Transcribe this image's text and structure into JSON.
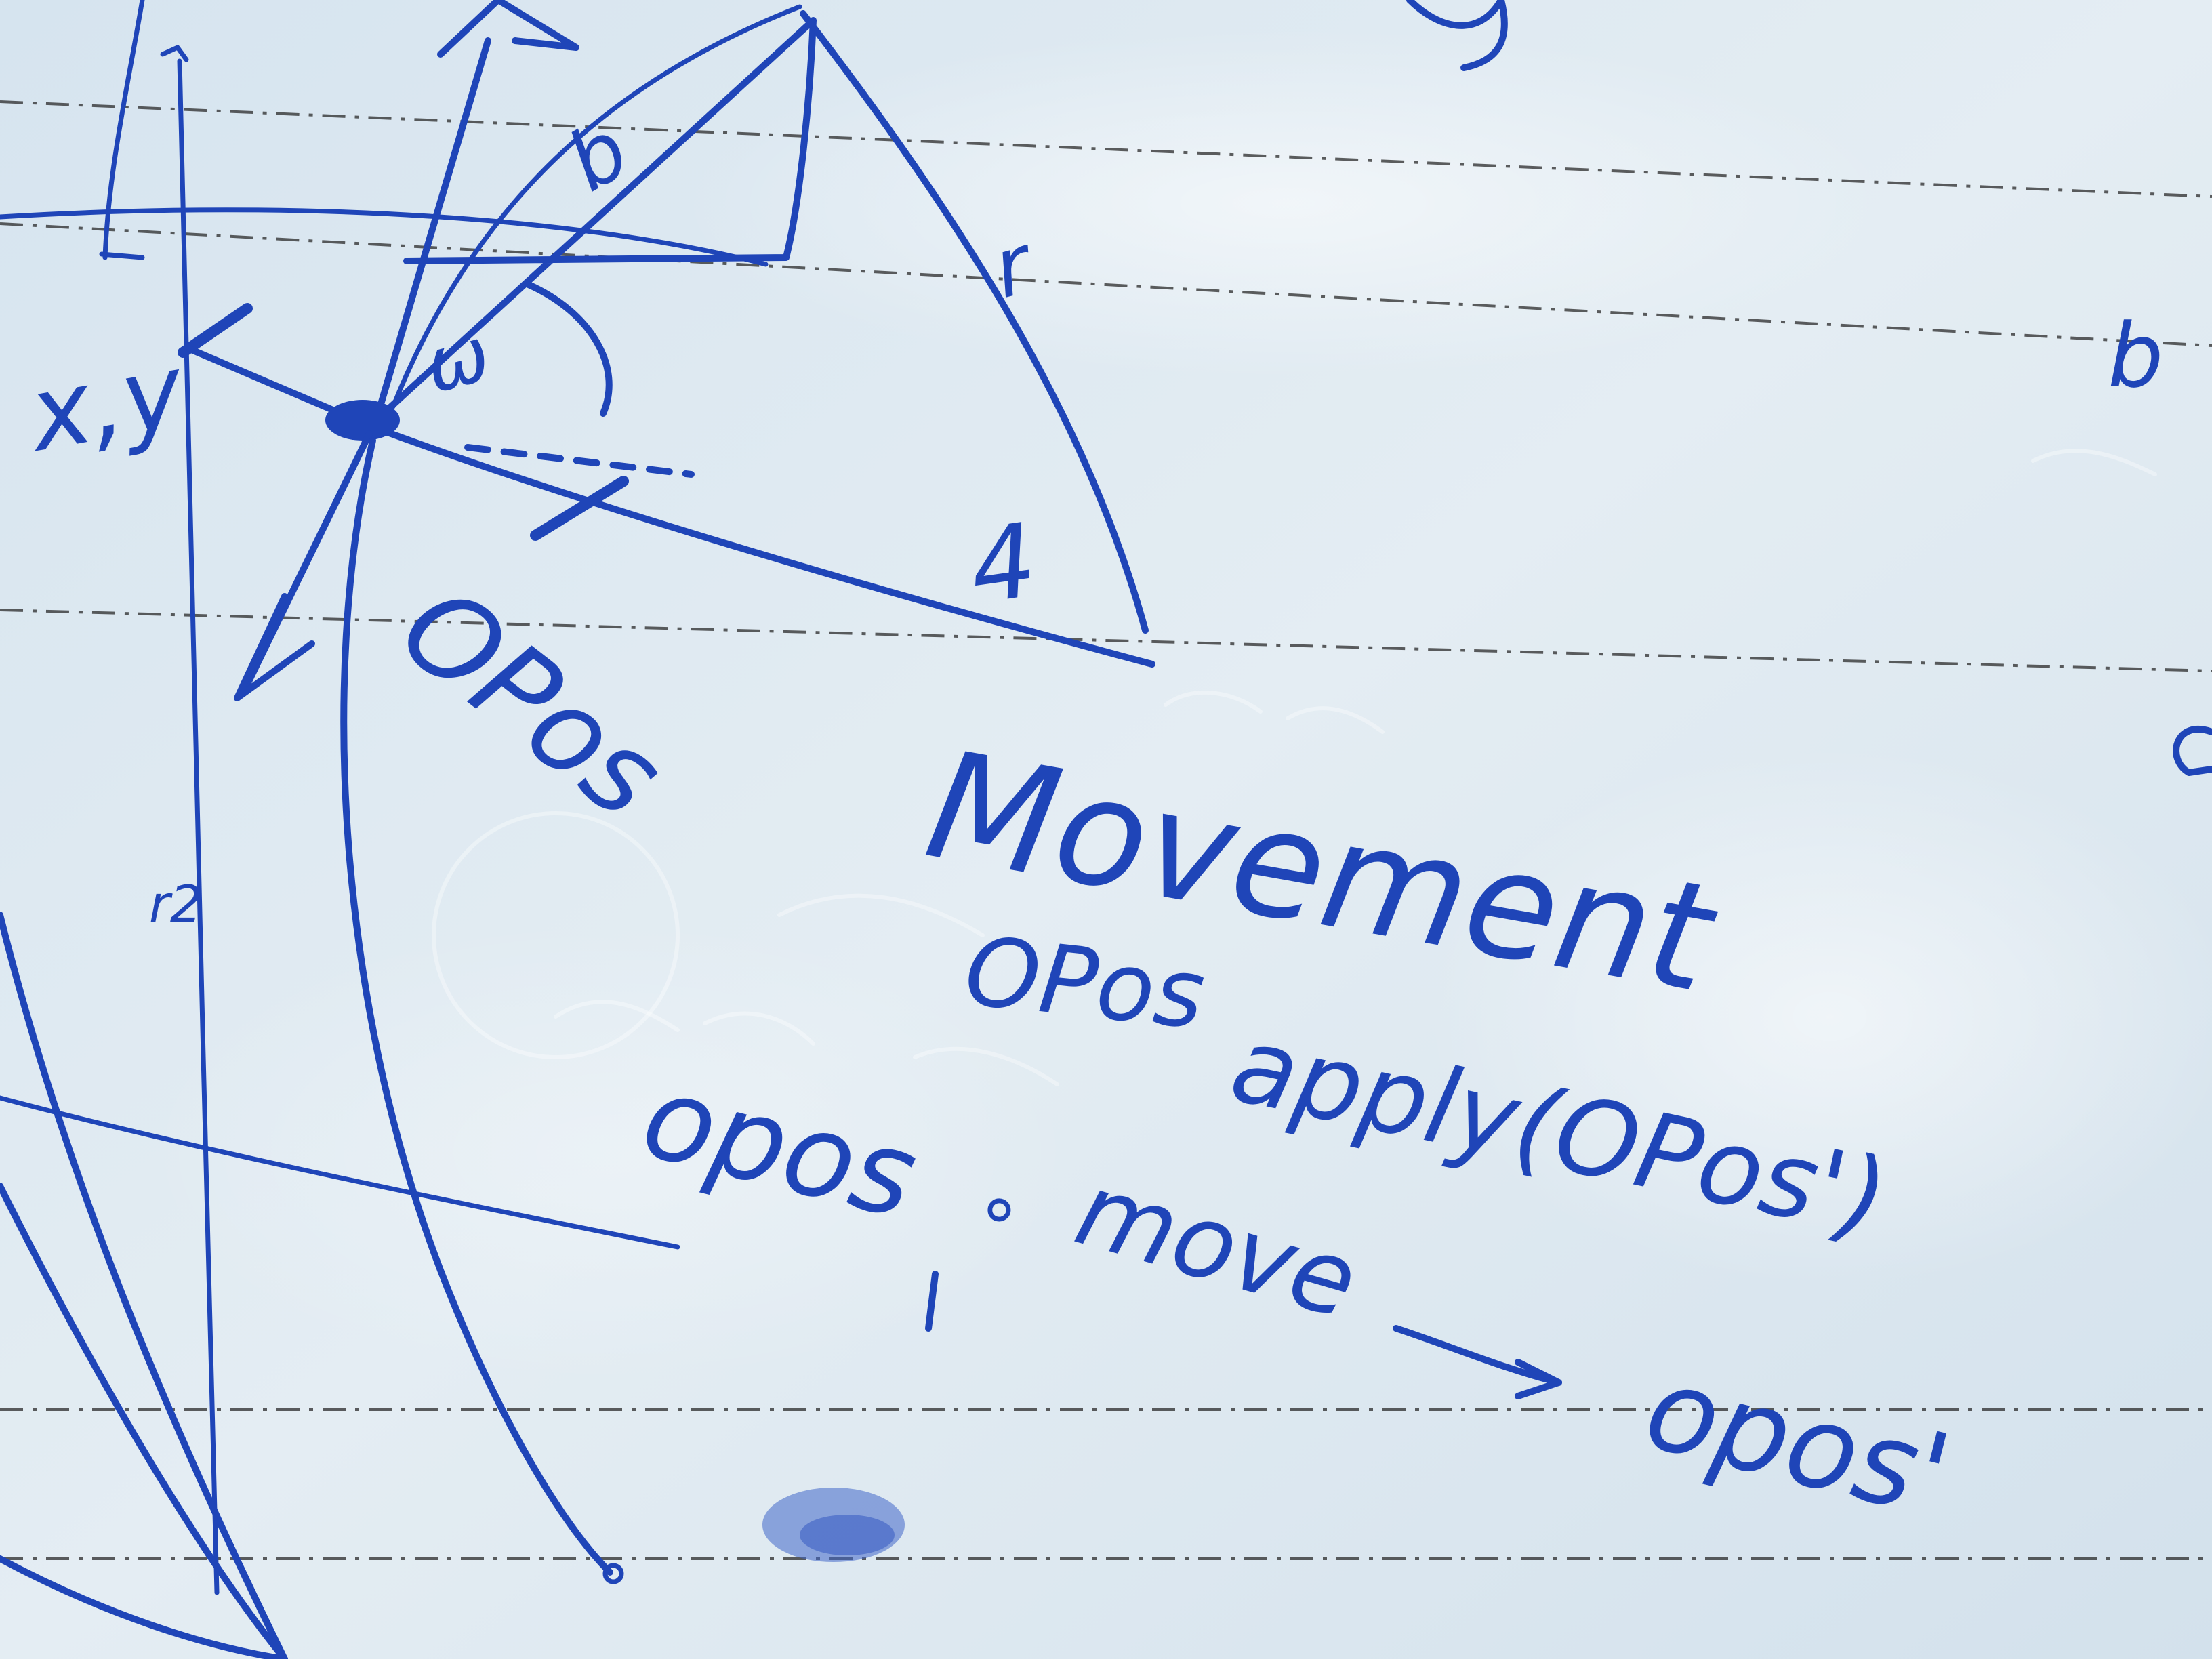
{
  "board": {
    "labels": {
      "b_top": "b",
      "r_top": "r",
      "omega": "ω",
      "xy": "x,y",
      "opos_vertical": "OPos",
      "four": "4",
      "r2": "r2",
      "b_right": "b"
    },
    "equations": {
      "movement": "Movement",
      "opos_line": "OPos",
      "apply": "apply(OPos')",
      "opos_left": "opos",
      "compose_op": "∘",
      "move": "move",
      "arrow": "⟶",
      "result": "opos'"
    }
  },
  "colors": {
    "board_background": "#dfe9f1",
    "marker_ink": "#1f45b8",
    "ruling_lines": "#2a2a2a"
  }
}
